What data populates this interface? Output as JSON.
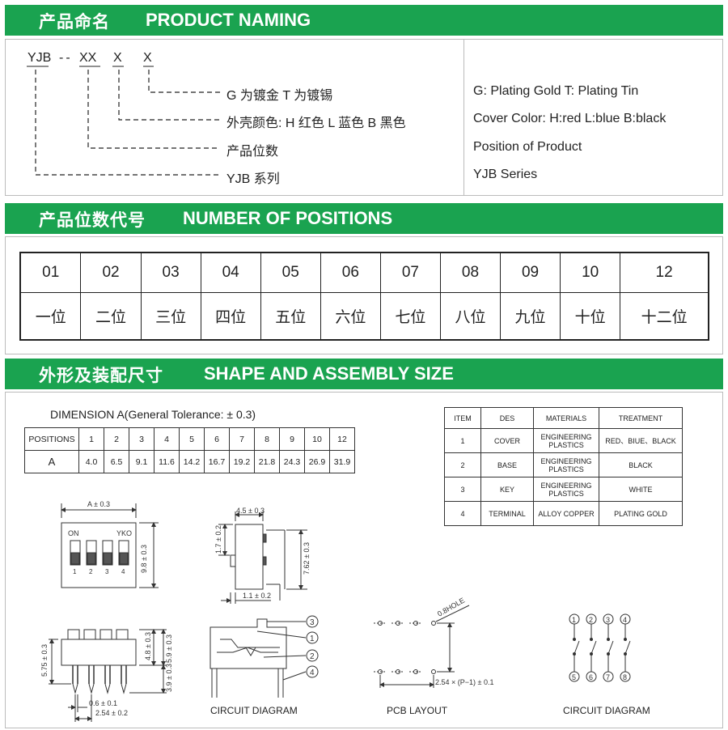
{
  "sections": {
    "naming": {
      "cn": "产品命名",
      "en": "PRODUCT NAMING"
    },
    "positions": {
      "cn": "产品位数代号",
      "en": "NUMBER OF POSITIONS"
    },
    "shape": {
      "cn": "外形及装配尺寸",
      "en": "SHAPE AND ASSEMBLY SIZE"
    }
  },
  "naming": {
    "code": {
      "series": "YJB",
      "sep": "--",
      "pos": "XX",
      "cover": "X",
      "plating": "X"
    },
    "cn_lines": [
      "G 为镀金   T 为镀锡",
      "外壳颜色: H 红色  L 蓝色  B 黑色",
      "产品位数",
      "YJB 系列"
    ],
    "en_lines": [
      "G: Plating Gold    T: Plating Tin",
      "Cover Color:  H:red   L:blue   B:black",
      "Position of Product",
      "YJB Series"
    ]
  },
  "positions_table": {
    "codes": [
      "01",
      "02",
      "03",
      "04",
      "05",
      "06",
      "07",
      "08",
      "09",
      "10",
      "12"
    ],
    "names": [
      "一位",
      "二位",
      "三位",
      "四位",
      "五位",
      "六位",
      "七位",
      "八位",
      "九位",
      "十位",
      "十二位"
    ]
  },
  "dimension": {
    "title": "DIMENSION A(General Tolerance: ± 0.3)",
    "row1_label": "POSITIONS",
    "row2_label": "A",
    "positions": [
      "1",
      "2",
      "3",
      "4",
      "5",
      "6",
      "7",
      "8",
      "9",
      "10",
      "12"
    ],
    "values": [
      "4.0",
      "6.5",
      "9.1",
      "11.6",
      "14.2",
      "16.7",
      "19.2",
      "21.8",
      "24.3",
      "26.9",
      "31.9"
    ]
  },
  "materials": {
    "headers": [
      "ITEM",
      "DES",
      "MATERIALS",
      "TREATMENT"
    ],
    "rows": [
      [
        "1",
        "COVER",
        "ENGINEERING PLASTICS",
        "RED、BIUE、BLACK"
      ],
      [
        "2",
        "BASE",
        "ENGINEERING PLASTICS",
        "BLACK"
      ],
      [
        "3",
        "KEY",
        "ENGINEERING PLASTICS",
        "WHITE"
      ],
      [
        "4",
        "TERMINAL",
        "ALLOY COPPER",
        "PLATING GOLD"
      ]
    ]
  },
  "drawings": {
    "top_view": {
      "width_dim": "A ± 0.3",
      "on": "ON",
      "brand": "YKO",
      "height_dim": "9.8 ± 0.3",
      "nums": [
        "1",
        "2",
        "3",
        "4"
      ]
    },
    "side_view": {
      "top_dim": "4.5 ± 0.3",
      "left_dim": "1.7 ± 0.2",
      "right_dim": "7.62 ± 0.3",
      "bottom_dim": "1.1 ± 0.2"
    },
    "front_view": {
      "left_dim": "5.75 ± 0.3",
      "r1": "4.8 ± 0.3",
      "r2": "5.9 ± 0.3",
      "r3": "3.9 ± 0.3",
      "b1": "0.6 ± 0.1",
      "b2": "2.54 ± 0.2"
    },
    "section": {
      "callouts": [
        "3",
        "1",
        "2",
        "4"
      ],
      "caption": "CIRCUIT DIAGRAM"
    },
    "pcb": {
      "hole": "0.8HOLE",
      "pitch": "2.54 × (P−1) ± 0.1",
      "caption": "PCB  LAYOUT"
    },
    "circuit": {
      "top": [
        "1",
        "2",
        "3",
        "4"
      ],
      "bottom": [
        "5",
        "6",
        "7",
        "8"
      ],
      "caption": "CIRCUIT DIAGRAM"
    }
  }
}
